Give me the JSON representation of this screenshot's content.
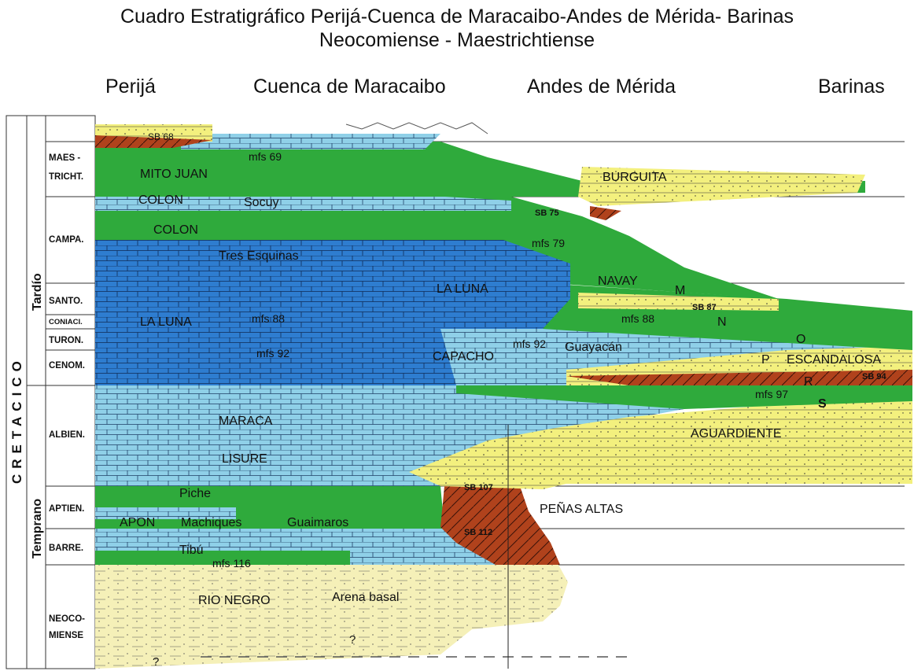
{
  "title": {
    "line1": "Cuadro Estratigráfico Perijá-Cuenca de Maracaibo-Andes de Mérida- Barinas",
    "line2": "Neocomiense - Maestrichtiense"
  },
  "regions": [
    "Perijá",
    "Cuenca de Maracaibo",
    "Andes de Mérida",
    "Barinas"
  ],
  "system": "CRETACICO",
  "series": [
    "Tardío",
    "Temprano"
  ],
  "stages": [
    {
      "line1": "MAES -",
      "line2": "TRICHT."
    },
    {
      "line1": "CAMPA.",
      "line2": ""
    },
    {
      "line1": "SANTO.",
      "line2": ""
    },
    {
      "line1": "CONIACI.",
      "line2": ""
    },
    {
      "line1": "TURON.",
      "line2": ""
    },
    {
      "line1": "CENOM.",
      "line2": ""
    },
    {
      "line1": "ALBIEN.",
      "line2": ""
    },
    {
      "line1": "APTIEN.",
      "line2": ""
    },
    {
      "line1": "BARRE.",
      "line2": ""
    },
    {
      "line1": "NEOCO-",
      "line2": "MIENSE"
    }
  ],
  "formations": {
    "mito_juan": "MITO JUAN",
    "colon_1": "COLON",
    "socuy": "Socuy",
    "colon_2": "COLON",
    "tres_esquinas": "Tres Esquinas",
    "la_luna_1": "LA LUNA",
    "la_luna_2": "LA LUNA",
    "capacho": "CAPACHO",
    "guayacan": "Guayacán",
    "burguita": "BURGUITA",
    "navay": "NAVAY",
    "escandalosa": "ESCANDALOSA",
    "maraca": "MARACA",
    "lisure": "LISURE",
    "aguardiente": "AGUARDIENTE",
    "piche": "Piche",
    "apon": "APON",
    "machiques": "Machiques",
    "guaimaros": "Guaimaros",
    "penas_altas": "PEÑAS ALTAS",
    "tibu": "Tibú",
    "rio_negro": "RIO NEGRO",
    "arena_basal": "Arena basal"
  },
  "surfaces": {
    "sb68": "SB 68",
    "mfs69": "mfs 69",
    "sb75": "SB 75",
    "mfs79": "mfs 79",
    "sb87": "SB 87",
    "mfs88_a": "mfs 88",
    "mfs88_b": "mfs 88",
    "mfs92_a": "mfs 92",
    "mfs92_b": "mfs 92",
    "sb94": "SB 94",
    "mfs97": "mfs 97",
    "sb107": "SB 107",
    "sb112": "SB 112",
    "mfs116": "mfs 116"
  },
  "members": [
    "M",
    "N",
    "O",
    "P",
    "R",
    "S"
  ],
  "unknowns": [
    "?",
    "?"
  ],
  "colors": {
    "shale_green": "#2faa3c",
    "light_carbonate": "#8fd0e8",
    "dark_carbonate": "#2e7dd0",
    "sandstone": "#f3f07e",
    "pale_sand": "#f5f0b8",
    "unconformity_brown": "#b0421c"
  }
}
